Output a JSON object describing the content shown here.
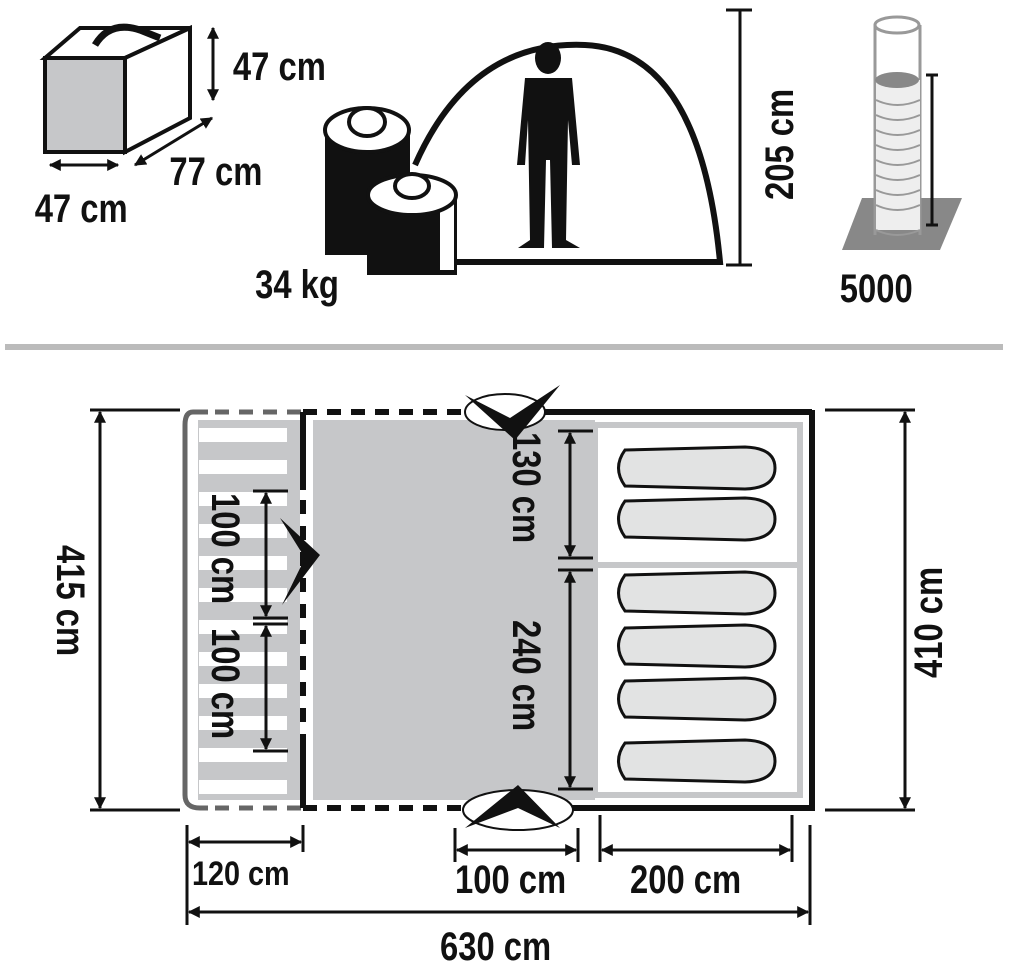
{
  "colors": {
    "ink": "#111111",
    "floor": "#c6c7c9",
    "awning_stroke": "#666666",
    "divider": "#bbbbbb",
    "bag": "#e2e3e3"
  },
  "top_specs": {
    "pack_height": "47 cm",
    "pack_length": "77 cm",
    "pack_width": "47 cm",
    "weight": "34 kg",
    "standing_height": "205 cm",
    "water_column": "5000"
  },
  "floor_plan": {
    "total_depth": "415 cm",
    "inner_depth": "410 cm",
    "awning_door_upper": "100 cm",
    "awning_door_lower": "100 cm",
    "cabin_upper": "130 cm",
    "cabin_lower": "240 cm",
    "awning_width": "120 cm",
    "door_width": "100 cm",
    "cabin_width": "200 cm",
    "total_length": "630 cm"
  }
}
